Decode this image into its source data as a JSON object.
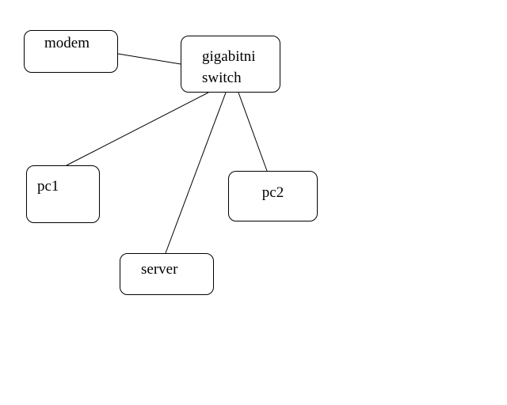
{
  "diagram": {
    "title": "network-diagram",
    "background_color": "#ffffff",
    "box_fill_color": "#ffffff",
    "box_border_color": "#000000",
    "line_color": "#000000",
    "text_color": "#000000",
    "nodes": [
      {
        "id": "modem",
        "label": "modem"
      },
      {
        "id": "switch",
        "label_lines": [
          "gigabitni",
          "switch"
        ]
      },
      {
        "id": "pc1",
        "label": "pc1"
      },
      {
        "id": "pc2",
        "label": "pc2"
      },
      {
        "id": "server",
        "label": "server"
      }
    ],
    "edges": [
      {
        "from": "modem",
        "to": "switch"
      },
      {
        "from": "switch",
        "to": "pc1"
      },
      {
        "from": "switch",
        "to": "server"
      },
      {
        "from": "switch",
        "to": "pc2"
      }
    ]
  }
}
